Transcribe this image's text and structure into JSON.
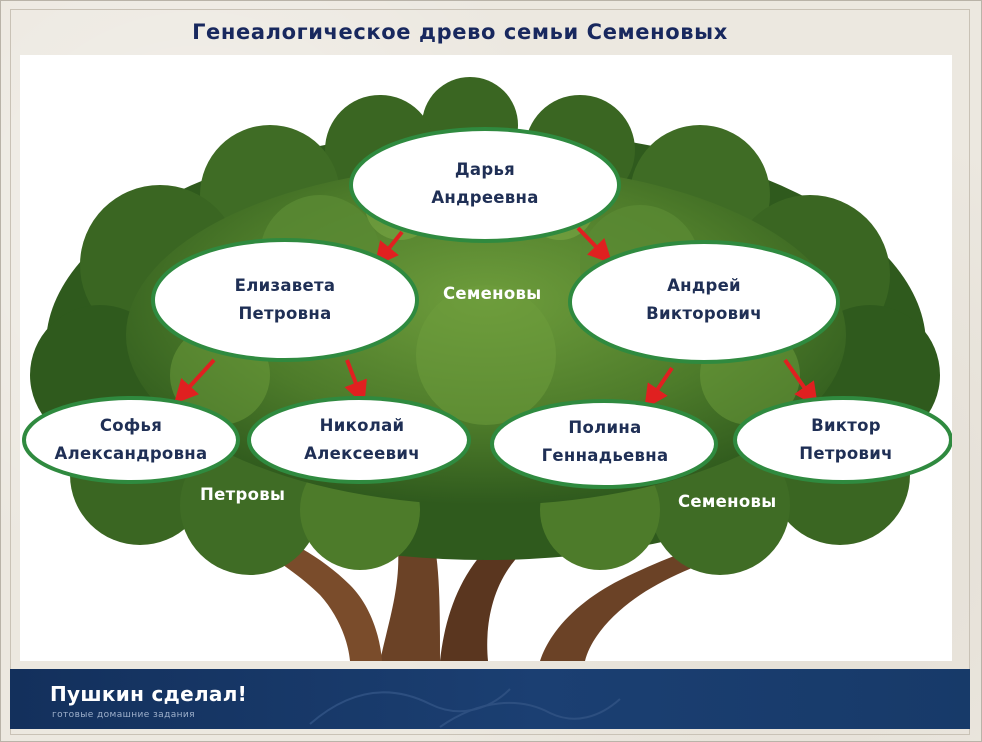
{
  "title": "Генеалогическое древо семьи Семеновых",
  "colors": {
    "title": "#18285e",
    "node_text": "#1f2f55",
    "node_fill": "#ffffff",
    "node_border": "#2f8a3f",
    "arrow": "#e02020",
    "leaves_dark": "#2f5a1d",
    "leaves_mid": "#4d7b2a",
    "leaves_light": "#6e9d3c",
    "trunk": "#6b4226",
    "footer_bg": "#173a69"
  },
  "tree": {
    "generations": [
      {
        "members": [
          {
            "line1": "Дарья",
            "line2": "Андреевна"
          }
        ]
      },
      {
        "members": [
          {
            "line1": "Елизавета",
            "line2": "Петровна"
          },
          {
            "line1": "Андрей",
            "line2": "Викторович"
          }
        ]
      },
      {
        "members": [
          {
            "line1": "Софья",
            "line2": "Александровна"
          },
          {
            "line1": "Николай",
            "line2": "Алексеевич"
          },
          {
            "line1": "Полина",
            "line2": "Геннадьевна"
          },
          {
            "line1": "Виктор",
            "line2": "Петрович"
          }
        ]
      }
    ],
    "family_labels": {
      "center": "Семеновы",
      "left": "Петровы",
      "right": "Семеновы"
    }
  },
  "footer": {
    "brand": "Пушкин сделал!",
    "tagline": "готовые домашние задания"
  }
}
